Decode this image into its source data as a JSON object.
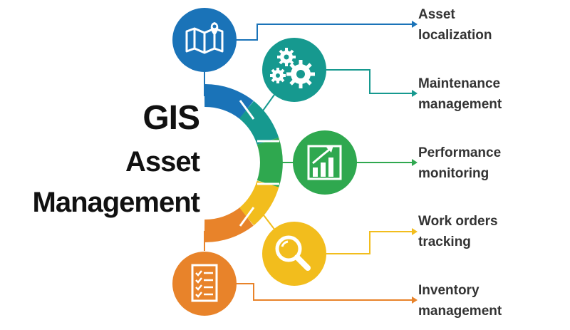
{
  "title": {
    "line1": "GIS",
    "line2": "Asset",
    "line3": "Management"
  },
  "items": [
    {
      "line1": "Asset",
      "line2": "localization",
      "color": "#1a73b8",
      "icon": "map-pin-icon"
    },
    {
      "line1": "Maintenance",
      "line2": "management",
      "color": "#16998f",
      "icon": "gears-icon"
    },
    {
      "line1": "Performance",
      "line2": "monitoring",
      "color": "#2fa84f",
      "icon": "chart-growth-icon"
    },
    {
      "line1": "Work orders",
      "line2": "tracking",
      "color": "#f2bd1d",
      "icon": "magnifier-icon"
    },
    {
      "line1": "Inventory",
      "line2": "management",
      "color": "#e8832a",
      "icon": "checklist-icon"
    }
  ]
}
